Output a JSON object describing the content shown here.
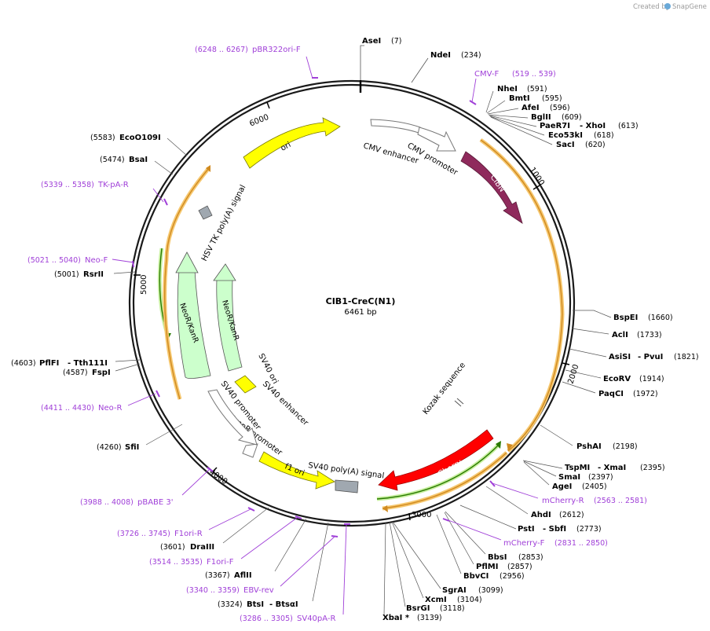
{
  "watermark": {
    "created_by": "Created by",
    "brand": "SnapGene"
  },
  "map": {
    "name": "CIB1-CreC(N1)",
    "size_label": "6461 bp",
    "total_bp": 6461
  },
  "ticks": [
    "1000",
    "2000",
    "3000",
    "4000",
    "5000",
    "6000"
  ],
  "enzymes": [
    {
      "name": "AseI",
      "pos": "(7)"
    },
    {
      "name": "NdeI",
      "pos": "(234)"
    },
    {
      "name": "NheI",
      "pos": "(591)"
    },
    {
      "name": "BmtI",
      "pos": "(595)"
    },
    {
      "name": "AfeI",
      "pos": "(596)"
    },
    {
      "name": "BglII",
      "pos": "(609)"
    },
    {
      "name": "PaeR7I",
      "extra": "- XhoI",
      "pos": "(613)"
    },
    {
      "name": "Eco53kI",
      "pos": "(618)"
    },
    {
      "name": "SacI",
      "pos": "(620)"
    },
    {
      "name": "BspEI",
      "pos": "(1660)"
    },
    {
      "name": "AclI",
      "pos": "(1733)"
    },
    {
      "name": "AsiSI",
      "extra": "- PvuI",
      "pos": "(1821)"
    },
    {
      "name": "EcoRV",
      "pos": "(1914)"
    },
    {
      "name": "PaqCI",
      "pos": "(1972)"
    },
    {
      "name": "PshAI",
      "pos": "(2198)"
    },
    {
      "name": "TspMI",
      "extra": "- XmaI",
      "pos": "(2395)"
    },
    {
      "name": "SmaI",
      "pos": "(2397)"
    },
    {
      "name": "AgeI",
      "pos": "(2405)"
    },
    {
      "name": "AhdI",
      "pos": "(2612)"
    },
    {
      "name": "PstI",
      "extra": "- SbfI",
      "pos": "(2773)"
    },
    {
      "name": "BbsI",
      "pos": "(2853)"
    },
    {
      "name": "PflMI",
      "pos": "(2857)"
    },
    {
      "name": "BbvCI",
      "pos": "(2956)"
    },
    {
      "name": "SgrAI",
      "pos": "(3099)"
    },
    {
      "name": "XcmI",
      "pos": "(3104)"
    },
    {
      "name": "BsrGI",
      "pos": "(3118)"
    },
    {
      "name": "XbaI *",
      "pos": "(3139)"
    },
    {
      "name": "BtsI",
      "extra": "- BtsαI",
      "pos": "(3324)"
    },
    {
      "name": "AflII",
      "pos": "(3367)"
    },
    {
      "name": "DraIII",
      "pos": "(3601)"
    },
    {
      "name": "SfiI",
      "pos": "(4260)"
    },
    {
      "name": "FspI",
      "pos": "(4587)"
    },
    {
      "name": "PflFI",
      "extra": "- Tth111I",
      "pos": "(4603)"
    },
    {
      "name": "RsrII",
      "pos": "(5001)"
    },
    {
      "name": "BsaI",
      "pos": "(5474)"
    },
    {
      "name": "EcoO109I",
      "pos": "(5583)"
    }
  ],
  "primers": [
    {
      "name": "pBR322ori-F",
      "pos": "(6248 .. 6267)"
    },
    {
      "name": "CMV-F",
      "pos": "(519 .. 539)"
    },
    {
      "name": "TK-pA-R",
      "pos": "(5339 .. 5358)"
    },
    {
      "name": "Neo-F",
      "pos": "(5021 .. 5040)"
    },
    {
      "name": "Neo-R",
      "pos": "(4411 .. 4430)"
    },
    {
      "name": "pBABE 3'",
      "pos": "(3988 .. 4008)"
    },
    {
      "name": "F1ori-R",
      "pos": "(3726 .. 3745)"
    },
    {
      "name": "F1ori-F",
      "pos": "(3514 .. 3535)"
    },
    {
      "name": "EBV-rev",
      "pos": "(3340 .. 3359)"
    },
    {
      "name": "SV40pA-R",
      "pos": "(3286 .. 3305)"
    },
    {
      "name": "mCherry-R",
      "pos": "(2563 .. 2581)"
    },
    {
      "name": "mCherry-F",
      "pos": "(2831 .. 2850)"
    }
  ],
  "features": {
    "ori": "ori",
    "cmv_enhancer": "CMV enhancer",
    "cmv_promoter": "CMV promoter",
    "cibn": "CIBN",
    "kozak": "Kozak sequence",
    "mcherry": "mCherry",
    "sv40_polya": "SV40 poly(A) signal",
    "f1_ori": "f1 ori",
    "ampr_promoter": "AmpR promoter",
    "sv40_promoter": "SV40 promoter",
    "sv40_ori": "SV40 ori",
    "sv40_enhancer": "SV40 enhancer",
    "neor_outer": "NeoR/KanR",
    "neor_inner": "NeoR/KanR",
    "hsv_tk": "HSV TK poly(A) signal"
  },
  "colors": {
    "backbone": "#1a1a1a",
    "primer": "#a040d8",
    "ori": "#ffff00",
    "cibn": "#8f2a5c",
    "mcherry": "#ff0000",
    "neo": "#ccffcc",
    "orf_orange": "#e8a040",
    "orf_green": "#3a8a00",
    "polya": "#a0a8b0"
  }
}
